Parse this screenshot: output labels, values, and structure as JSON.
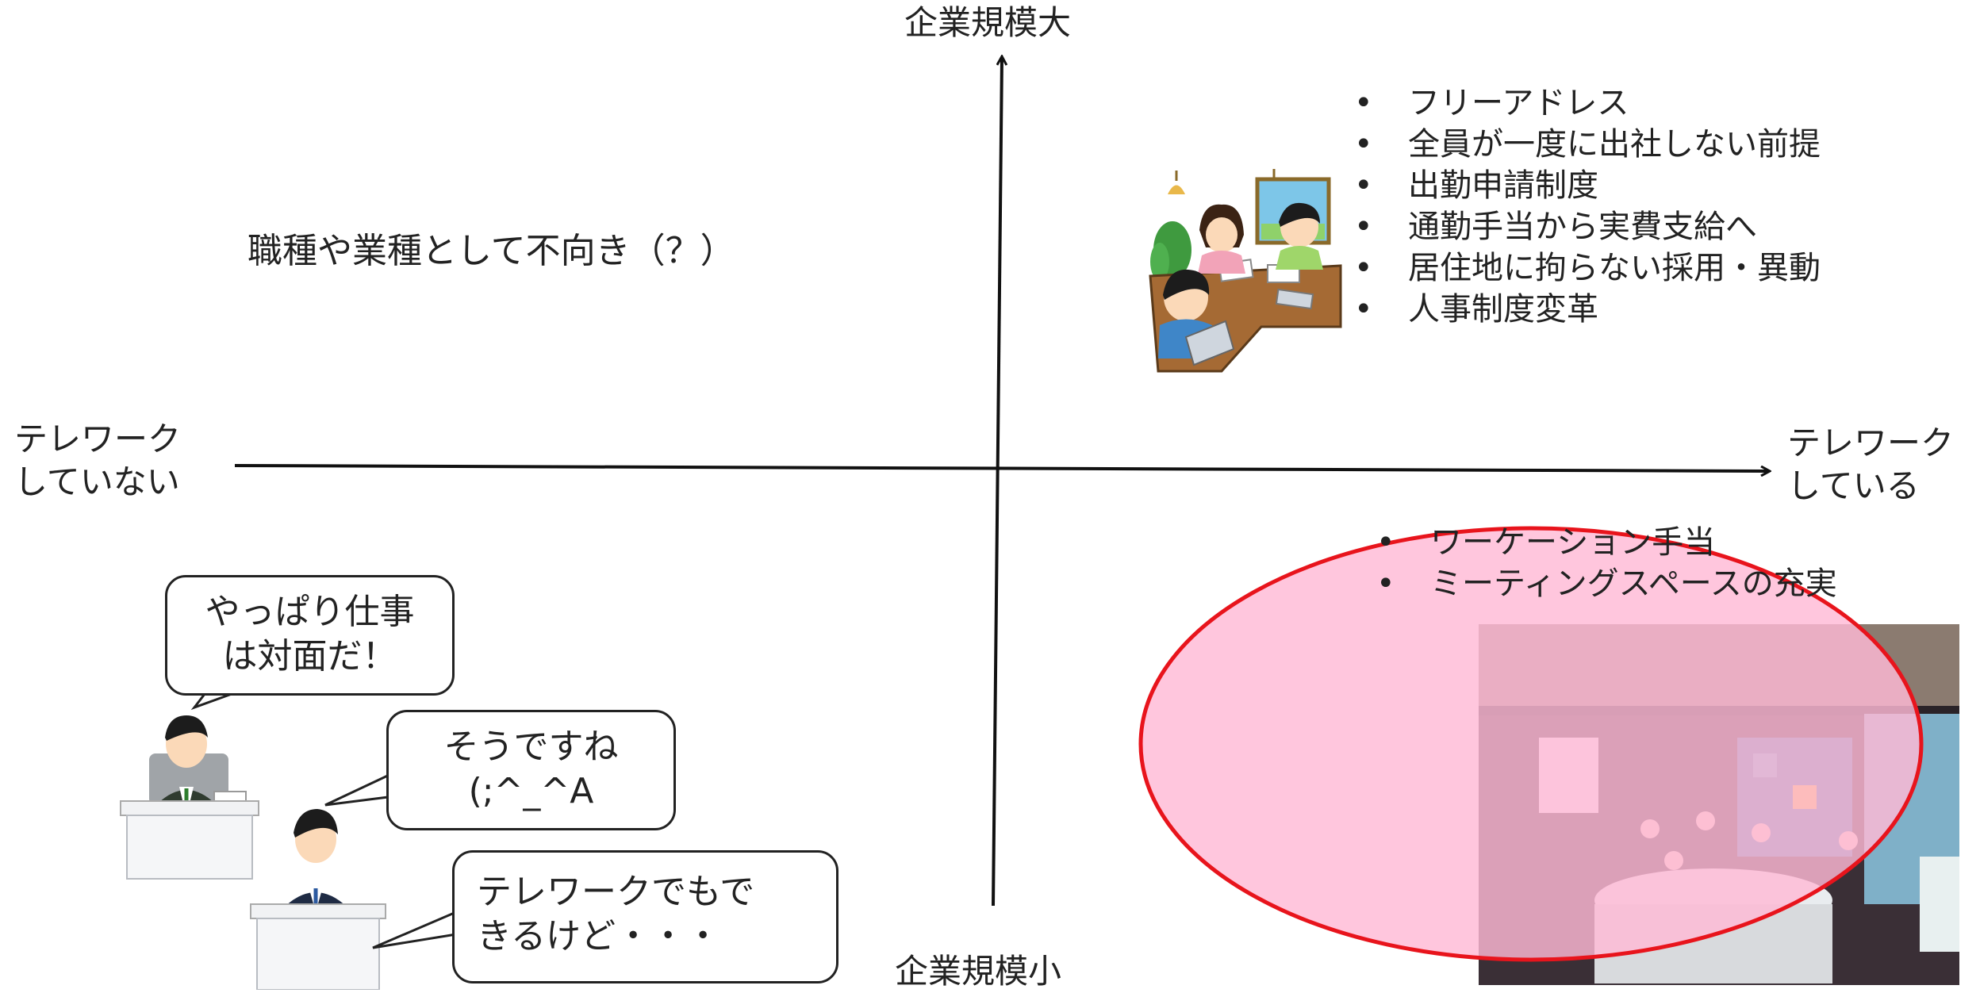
{
  "axes": {
    "top": "企業規模大",
    "bottom": "企業規模小",
    "left": [
      "テレワーク",
      "していない"
    ],
    "right": [
      "テレワーク",
      "している"
    ]
  },
  "quadrants": {
    "top_left_note": "職種や業種として不向き（？）",
    "top_right_items": [
      "フリーアドレス",
      "全員が一度に出社しない前提",
      "出勤申請制度",
      "通勤手当から実費支給へ",
      "居住地に拘らない採用・異動",
      "人事制度変革"
    ],
    "bottom_right_items": [
      "ワーケーション手当",
      "ミーティングスペースの充実"
    ]
  },
  "speech_bubbles": {
    "boss": [
      "やっぱり仕事",
      "は対面だ！"
    ],
    "worker1": [
      "そうですね",
      "(;^_^A"
    ],
    "worker2": [
      "テレワークでもで",
      "きるけど・・・"
    ]
  },
  "colors": {
    "axis": "#111111",
    "ellipse_fill": "#ffb9d6",
    "ellipse_stroke": "#e8141c"
  }
}
